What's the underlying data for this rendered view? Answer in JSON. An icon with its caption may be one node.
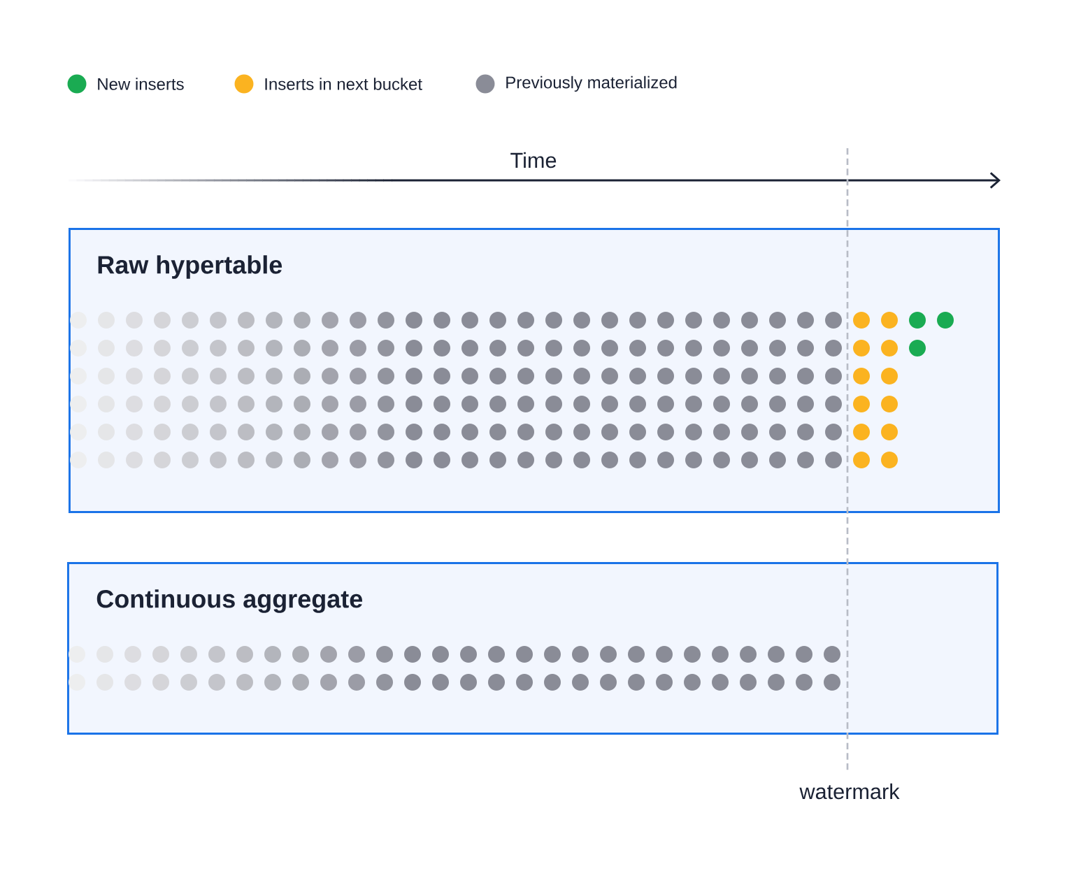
{
  "diagram": {
    "nodes": [
      {
        "text": [
          "Raw hypertable"
        ]
      },
      {
        "text": [
          "Continuous aggregate"
        ]
      }
    ],
    "labels": [
      "Time",
      "watermark"
    ],
    "legend": [
      {
        "text": "New inserts",
        "color": "#1aab52"
      },
      {
        "text": "Inserts in next bucket",
        "color": "#fbb320"
      },
      {
        "text": "Previously materialized",
        "color": "#8a8c97"
      }
    ]
  }
}
